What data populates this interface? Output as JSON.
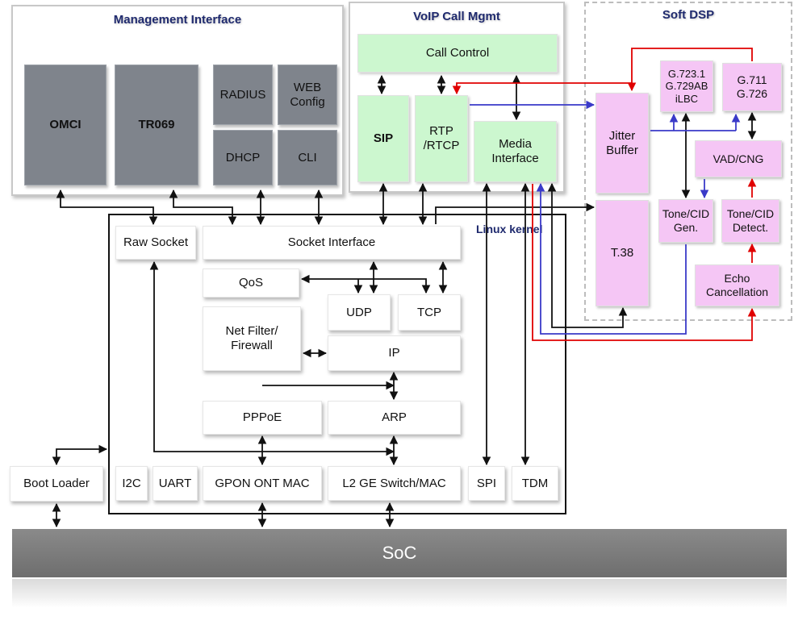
{
  "groups": {
    "management": "Management Interface",
    "voip": "VoIP Call Mgmt",
    "dsp": "Soft DSP",
    "kernel": "Linux kernel"
  },
  "management": {
    "omci": "OMCI",
    "tr069": "TR069",
    "radius": "RADIUS",
    "web_config": "WEB\nConfig",
    "dhcp": "DHCP",
    "cli": "CLI"
  },
  "voip": {
    "call_control": "Call Control",
    "sip": "SIP",
    "rtp": "RTP\n/RTCP",
    "media_interface": "Media\nInterface"
  },
  "dsp": {
    "g723": "G.723.1\nG.729AB\niLBC",
    "g711": "G.711\nG.726",
    "jitter_buffer": "Jitter\nBuffer",
    "vad_cng": "VAD/CNG",
    "t38": "T.38",
    "tone_gen": "Tone/CID\nGen.",
    "tone_detect": "Tone/CID\nDetect.",
    "echo_cancel": "Echo\nCancellation"
  },
  "kernel": {
    "raw_socket": "Raw Socket",
    "socket_interface": "Socket Interface",
    "qos": "QoS",
    "udp": "UDP",
    "tcp": "TCP",
    "netfilter": "Net Filter/\nFirewall",
    "ip": "IP",
    "pppoe": "PPPoE",
    "arp": "ARP",
    "i2c": "I2C",
    "uart": "UART",
    "gpon": "GPON ONT MAC",
    "l2": "L2 GE Switch/MAC",
    "spi": "SPI",
    "tdm": "TDM"
  },
  "boot_loader": "Boot Loader",
  "soc": "SoC",
  "colors": {
    "mgmt_box": "#7f848c",
    "voip_box": "#ccf7cf",
    "dsp_box": "#f5c6f5",
    "red_arrow": "#e00000",
    "blue_arrow": "#3a3ac8",
    "title": "#1f2a6e"
  }
}
